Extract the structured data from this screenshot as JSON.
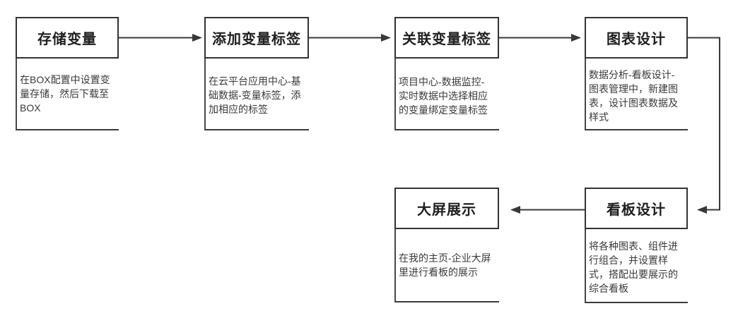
{
  "diagram": {
    "type": "flowchart",
    "background": "#ffffff",
    "stroke_color": "#383838",
    "title_text_color": "#1f1f1f",
    "body_text_color": "#3a3a3a",
    "steps": [
      {
        "title": "存储变量",
        "description": "在BOX配置中设置变\n量存储，然后下载至\nBOX"
      },
      {
        "title": "添加变量标签",
        "description": "在云平台应用中心-基\n础数据-变量标签，添\n加相应的标签"
      },
      {
        "title": "关联变量标签",
        "description": "项目中心-数据监控-\n实时数据中选择相应\n的变量绑定变量标签"
      },
      {
        "title": "图表设计",
        "description": "数据分析-看板设计-\n图表管理中，新建图\n表，设计图表数据及\n样式"
      },
      {
        "title": "看板设计",
        "description": "将各种图表、组件进\n行组合，并设置样\n式，搭配出要展示的\n综合看板"
      },
      {
        "title": "大屏展示",
        "description": "在我的主页-企业大屏\n里进行看板的展示"
      }
    ],
    "connections": [
      {
        "from": "存储变量",
        "to": "添加变量标签"
      },
      {
        "from": "添加变量标签",
        "to": "关联变量标签"
      },
      {
        "from": "关联变量标签",
        "to": "图表设计"
      },
      {
        "from": "图表设计",
        "to": "看板设计"
      },
      {
        "from": "看板设计",
        "to": "大屏展示"
      }
    ]
  }
}
